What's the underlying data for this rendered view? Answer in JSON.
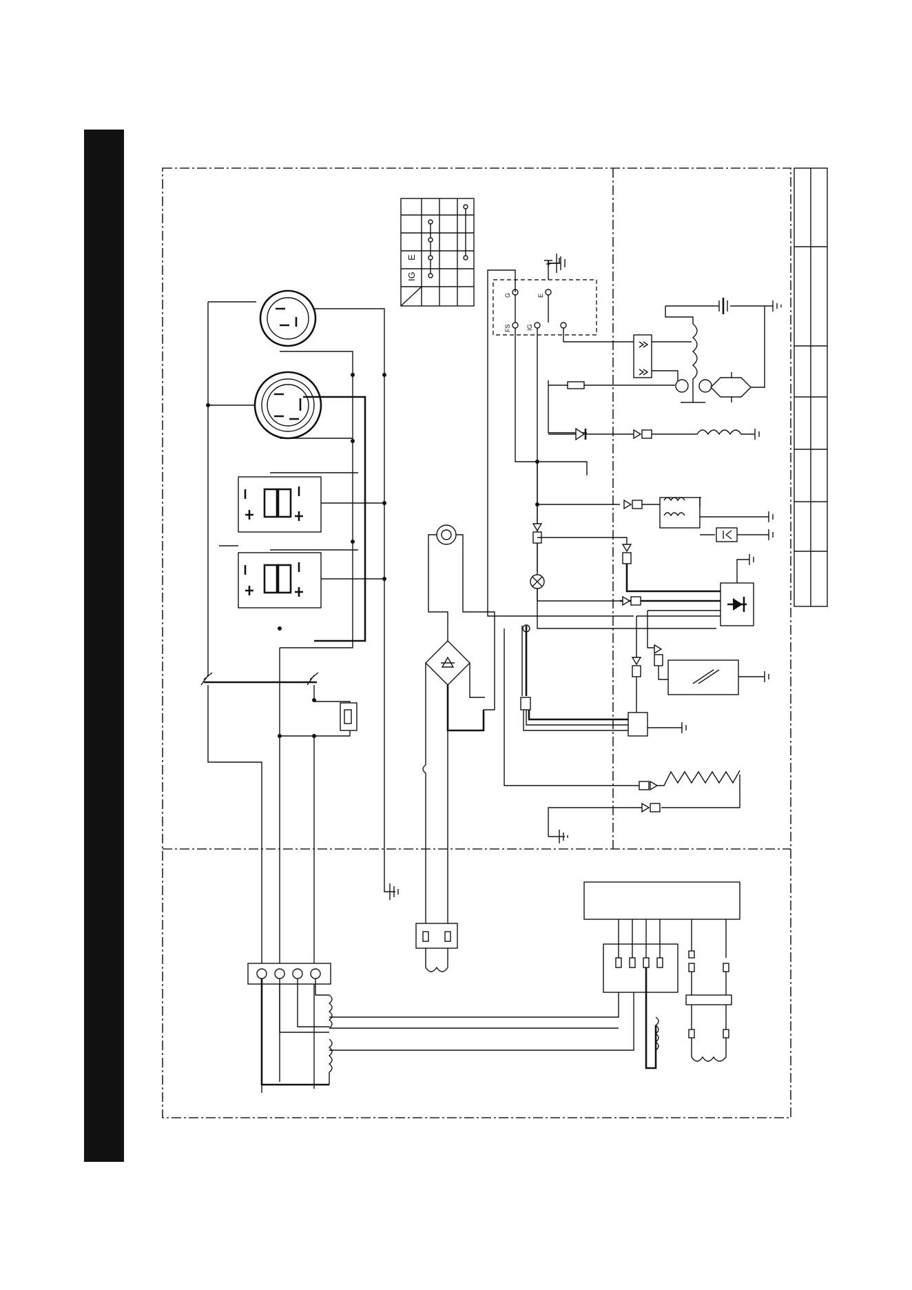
{
  "colors": {
    "ink": "#111111",
    "background": "#ffffff",
    "bar": "#111111"
  },
  "switch_labels": {
    "g": "G",
    "e": "E",
    "fs": "FS",
    "ig": "IG"
  },
  "key_table": {
    "ig": "IG",
    "e": "E"
  }
}
